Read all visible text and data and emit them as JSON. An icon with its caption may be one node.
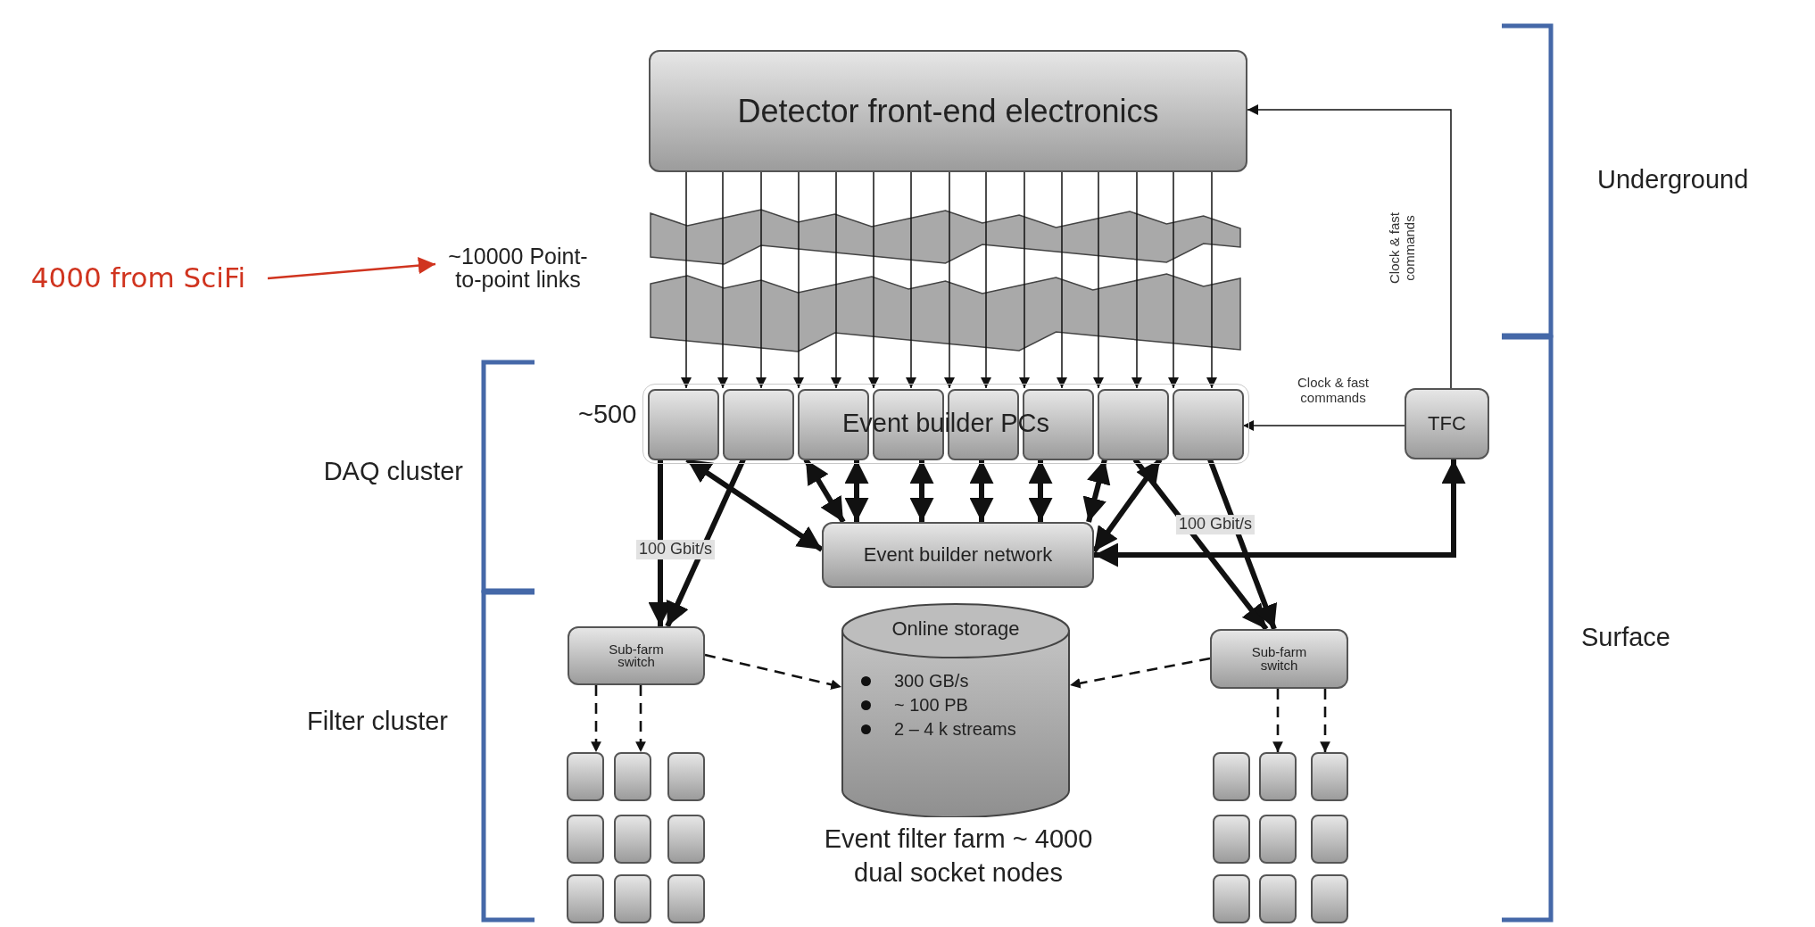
{
  "diagram": {
    "nodes": [
      {
        "text": [
          "Detector front-end electronics"
        ]
      },
      {
        "text": [
          "Event builder PCs"
        ],
        "beside": [
          "~500"
        ]
      },
      {
        "text": [],
        "shape": "box",
        "in": 1
      },
      {
        "text": [],
        "shape": "box",
        "in": 1
      },
      {
        "text": [],
        "shape": "box",
        "in": 1
      },
      {
        "text": [],
        "shape": "box",
        "in": 1
      },
      {
        "text": [],
        "shape": "box",
        "in": 1
      },
      {
        "text": [],
        "shape": "box",
        "in": 1
      },
      {
        "text": [],
        "shape": "box",
        "in": 1
      },
      {
        "text": [],
        "shape": "box",
        "in": 1
      },
      {
        "text": [
          "TFC"
        ]
      },
      {
        "text": [
          "Event builder network"
        ]
      },
      {
        "text": [
          "Sub-farm switch"
        ]
      },
      {
        "text": [
          "Online storage",
          "300 GB/s",
          "~ 100 PB",
          "2 – 4 k streams"
        ],
        "beside": [
          "Event filter farm ~ 4000 dual socket nodes"
        ]
      },
      {
        "text": [
          "Sub-farm switch"
        ]
      },
      {
        "text": [],
        "shape": "box"
      },
      {
        "text": [],
        "shape": "box"
      },
      {
        "text": [],
        "shape": "box"
      },
      {
        "text": [],
        "shape": "box"
      },
      {
        "text": [],
        "shape": "box"
      },
      {
        "text": [],
        "shape": "box"
      },
      {
        "text": [],
        "shape": "box"
      },
      {
        "text": [],
        "shape": "box"
      },
      {
        "text": [],
        "shape": "box"
      },
      {
        "text": [],
        "shape": "box"
      },
      {
        "text": [],
        "shape": "box"
      },
      {
        "text": [],
        "shape": "box"
      },
      {
        "text": [],
        "shape": "box"
      },
      {
        "text": [],
        "shape": "box"
      },
      {
        "text": [],
        "shape": "box"
      },
      {
        "text": [],
        "shape": "box"
      },
      {
        "text": [],
        "shape": "box"
      },
      {
        "text": [],
        "shape": "box"
      },
      {
        "text": [
          "~10000 Point-to-point links"
        ]
      },
      {
        "text": [
          "4000 from SciFi"
        ]
      }
    ],
    "edges": [
      {
        "from": 0,
        "to": 2,
        "arrow": "to"
      },
      {
        "from": 0,
        "to": 3,
        "arrow": "to"
      },
      {
        "from": 0,
        "to": 3,
        "arrow": "to"
      },
      {
        "from": 0,
        "to": 4,
        "arrow": "to"
      },
      {
        "from": 0,
        "to": 4,
        "arrow": "to"
      },
      {
        "from": 0,
        "to": 5,
        "arrow": "to"
      },
      {
        "from": 0,
        "to": 5,
        "arrow": "to"
      },
      {
        "from": 0,
        "to": 6,
        "arrow": "to"
      },
      {
        "from": 0,
        "to": 6,
        "arrow": "to"
      },
      {
        "from": 0,
        "to": 7,
        "arrow": "to"
      },
      {
        "from": 0,
        "to": 7,
        "arrow": "to"
      },
      {
        "from": 0,
        "to": 8,
        "arrow": "to"
      },
      {
        "from": 0,
        "to": 8,
        "arrow": "to"
      },
      {
        "from": 0,
        "to": 9,
        "arrow": "to"
      },
      {
        "from": 0,
        "to": 9,
        "arrow": "to"
      },
      {
        "from": 10,
        "to": 0,
        "arrow": "to",
        "label": "Clock & fast commands"
      },
      {
        "from": 10,
        "to": 9,
        "arrow": "to",
        "label": "Clock & fast commands"
      },
      {
        "from": 11,
        "to": 10,
        "arrow": "both",
        "style": "thick"
      },
      {
        "from": 2,
        "to": 12,
        "arrow": "to",
        "style": "thick",
        "label": "100 Gbit/s"
      },
      {
        "from": 3,
        "to": 12,
        "arrow": "to",
        "style": "thick"
      },
      {
        "from": 2,
        "to": 11,
        "arrow": "both",
        "style": "thick"
      },
      {
        "from": 4,
        "to": 11,
        "arrow": "both",
        "style": "thick"
      },
      {
        "from": 4,
        "to": 11,
        "arrow": "both",
        "style": "thick"
      },
      {
        "from": 5,
        "to": 11,
        "arrow": "both",
        "style": "thick"
      },
      {
        "from": 6,
        "to": 11,
        "arrow": "both",
        "style": "thick"
      },
      {
        "from": 7,
        "to": 11,
        "arrow": "both",
        "style": "thick"
      },
      {
        "from": 8,
        "to": 11,
        "arrow": "both",
        "style": "thick"
      },
      {
        "from": 8,
        "to": 11,
        "arrow": "both",
        "style": "thick"
      },
      {
        "from": 8,
        "to": 14,
        "arrow": "to",
        "style": "thick"
      },
      {
        "from": 9,
        "to": 14,
        "arrow": "to",
        "style": "thick",
        "label": "100 Gbit/s"
      },
      {
        "from": 12,
        "to": 13,
        "arrow": "to",
        "style": "dashed"
      },
      {
        "from": 14,
        "to": 13,
        "arrow": "to",
        "style": "dashed"
      },
      {
        "from": 12,
        "to": 15,
        "arrow": "to",
        "style": "dashed"
      },
      {
        "from": 12,
        "to": 16,
        "arrow": "to",
        "style": "dashed"
      },
      {
        "from": 14,
        "to": 25,
        "arrow": "to",
        "style": "dashed"
      },
      {
        "from": 14,
        "to": 26,
        "arrow": "to",
        "style": "dashed"
      },
      {
        "from": 34,
        "to": 33,
        "arrow": "to",
        "color": "#d0341f"
      }
    ],
    "labels": [
      "Underground",
      "DAQ cluster",
      "Surface",
      "Filter cluster"
    ]
  }
}
